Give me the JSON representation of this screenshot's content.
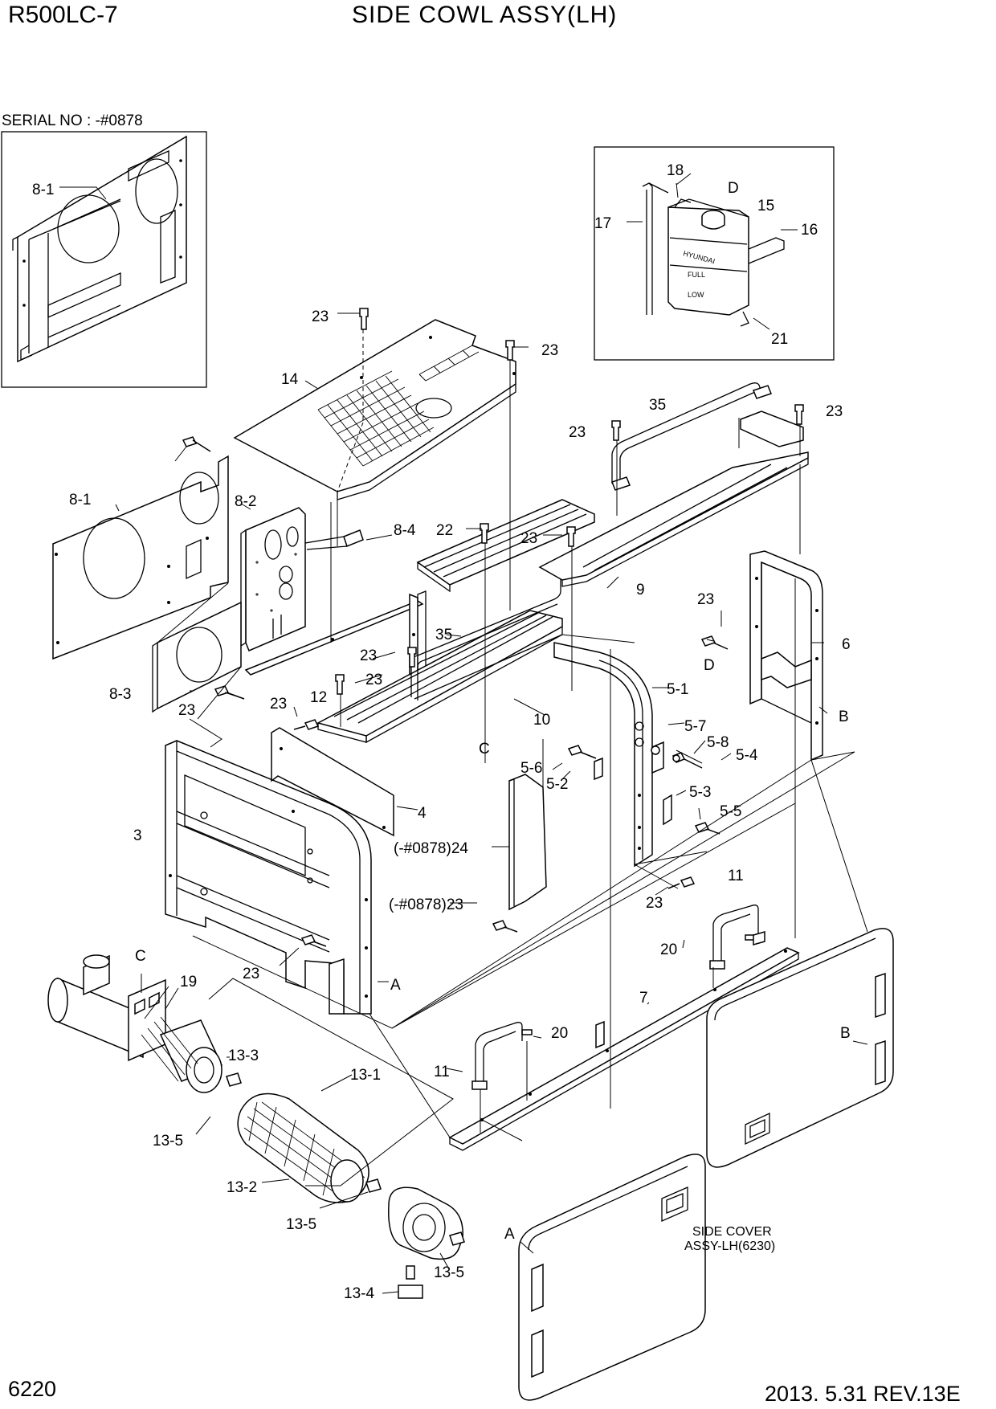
{
  "header": {
    "model": "R500LC-7",
    "title": "SIDE COWL ASSY(LH)",
    "serial_note": "SERIAL NO : -#0878"
  },
  "footer": {
    "page_number": "6220",
    "revision": "2013. 5.31  REV.13E"
  },
  "tank_labels": {
    "brand": "HYUNDAI",
    "full": "FULL",
    "low": "LOW"
  },
  "side_cover_note": [
    "SIDE COVER",
    "ASSY-LH(6230)"
  ],
  "callouts": {
    "inset": [
      "8-1"
    ],
    "tank": [
      "18",
      "D",
      "17",
      "15",
      "16",
      "21"
    ],
    "main": [
      "23",
      "23",
      "14",
      "23",
      "8-1",
      "8-2",
      "8-4",
      "22",
      "23",
      "35",
      "23",
      "9",
      "23",
      "6",
      "D",
      "B",
      "35",
      "23",
      "23",
      "23",
      "12",
      "8-3",
      "23",
      "10",
      "C",
      "5-1",
      "5-7",
      "5-8",
      "5-4",
      "5-6",
      "5-2",
      "5-3",
      "5-5",
      "4",
      "3",
      "(-#0878)24",
      "(-#0878)23",
      "23",
      "11",
      "20",
      "23",
      "A",
      "C",
      "19",
      "7",
      "13-3",
      "13-1",
      "20",
      "11",
      "B",
      "13-5",
      "13-2",
      "13-5",
      "A",
      "13-5",
      "13-4"
    ]
  }
}
